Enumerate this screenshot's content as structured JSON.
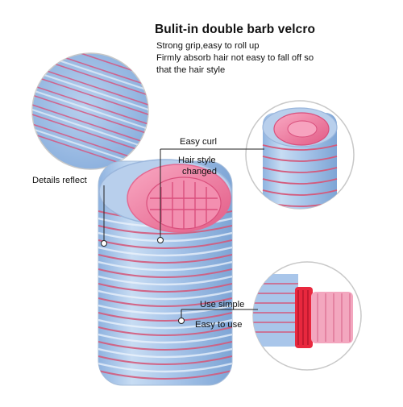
{
  "title": "Bulit-in double barb velcro",
  "description_lines": [
    "Strong grip,easy to roll up",
    "Firmly absorb hair not easy to fall off so",
    "that the hair style"
  ],
  "labels": {
    "easy_curl": "Easy curl",
    "hair_style_1": "Hair style",
    "hair_style_2": "changed",
    "details_reflect": "Details reflect",
    "use_simple": "Use simple",
    "easy_to_use": "Easy to use"
  },
  "colors": {
    "velcro_blue": "#9dbfe6",
    "velcro_pink": "#d9567a",
    "core_pink": "#f07a9e",
    "red_cap": "#e8283e"
  }
}
